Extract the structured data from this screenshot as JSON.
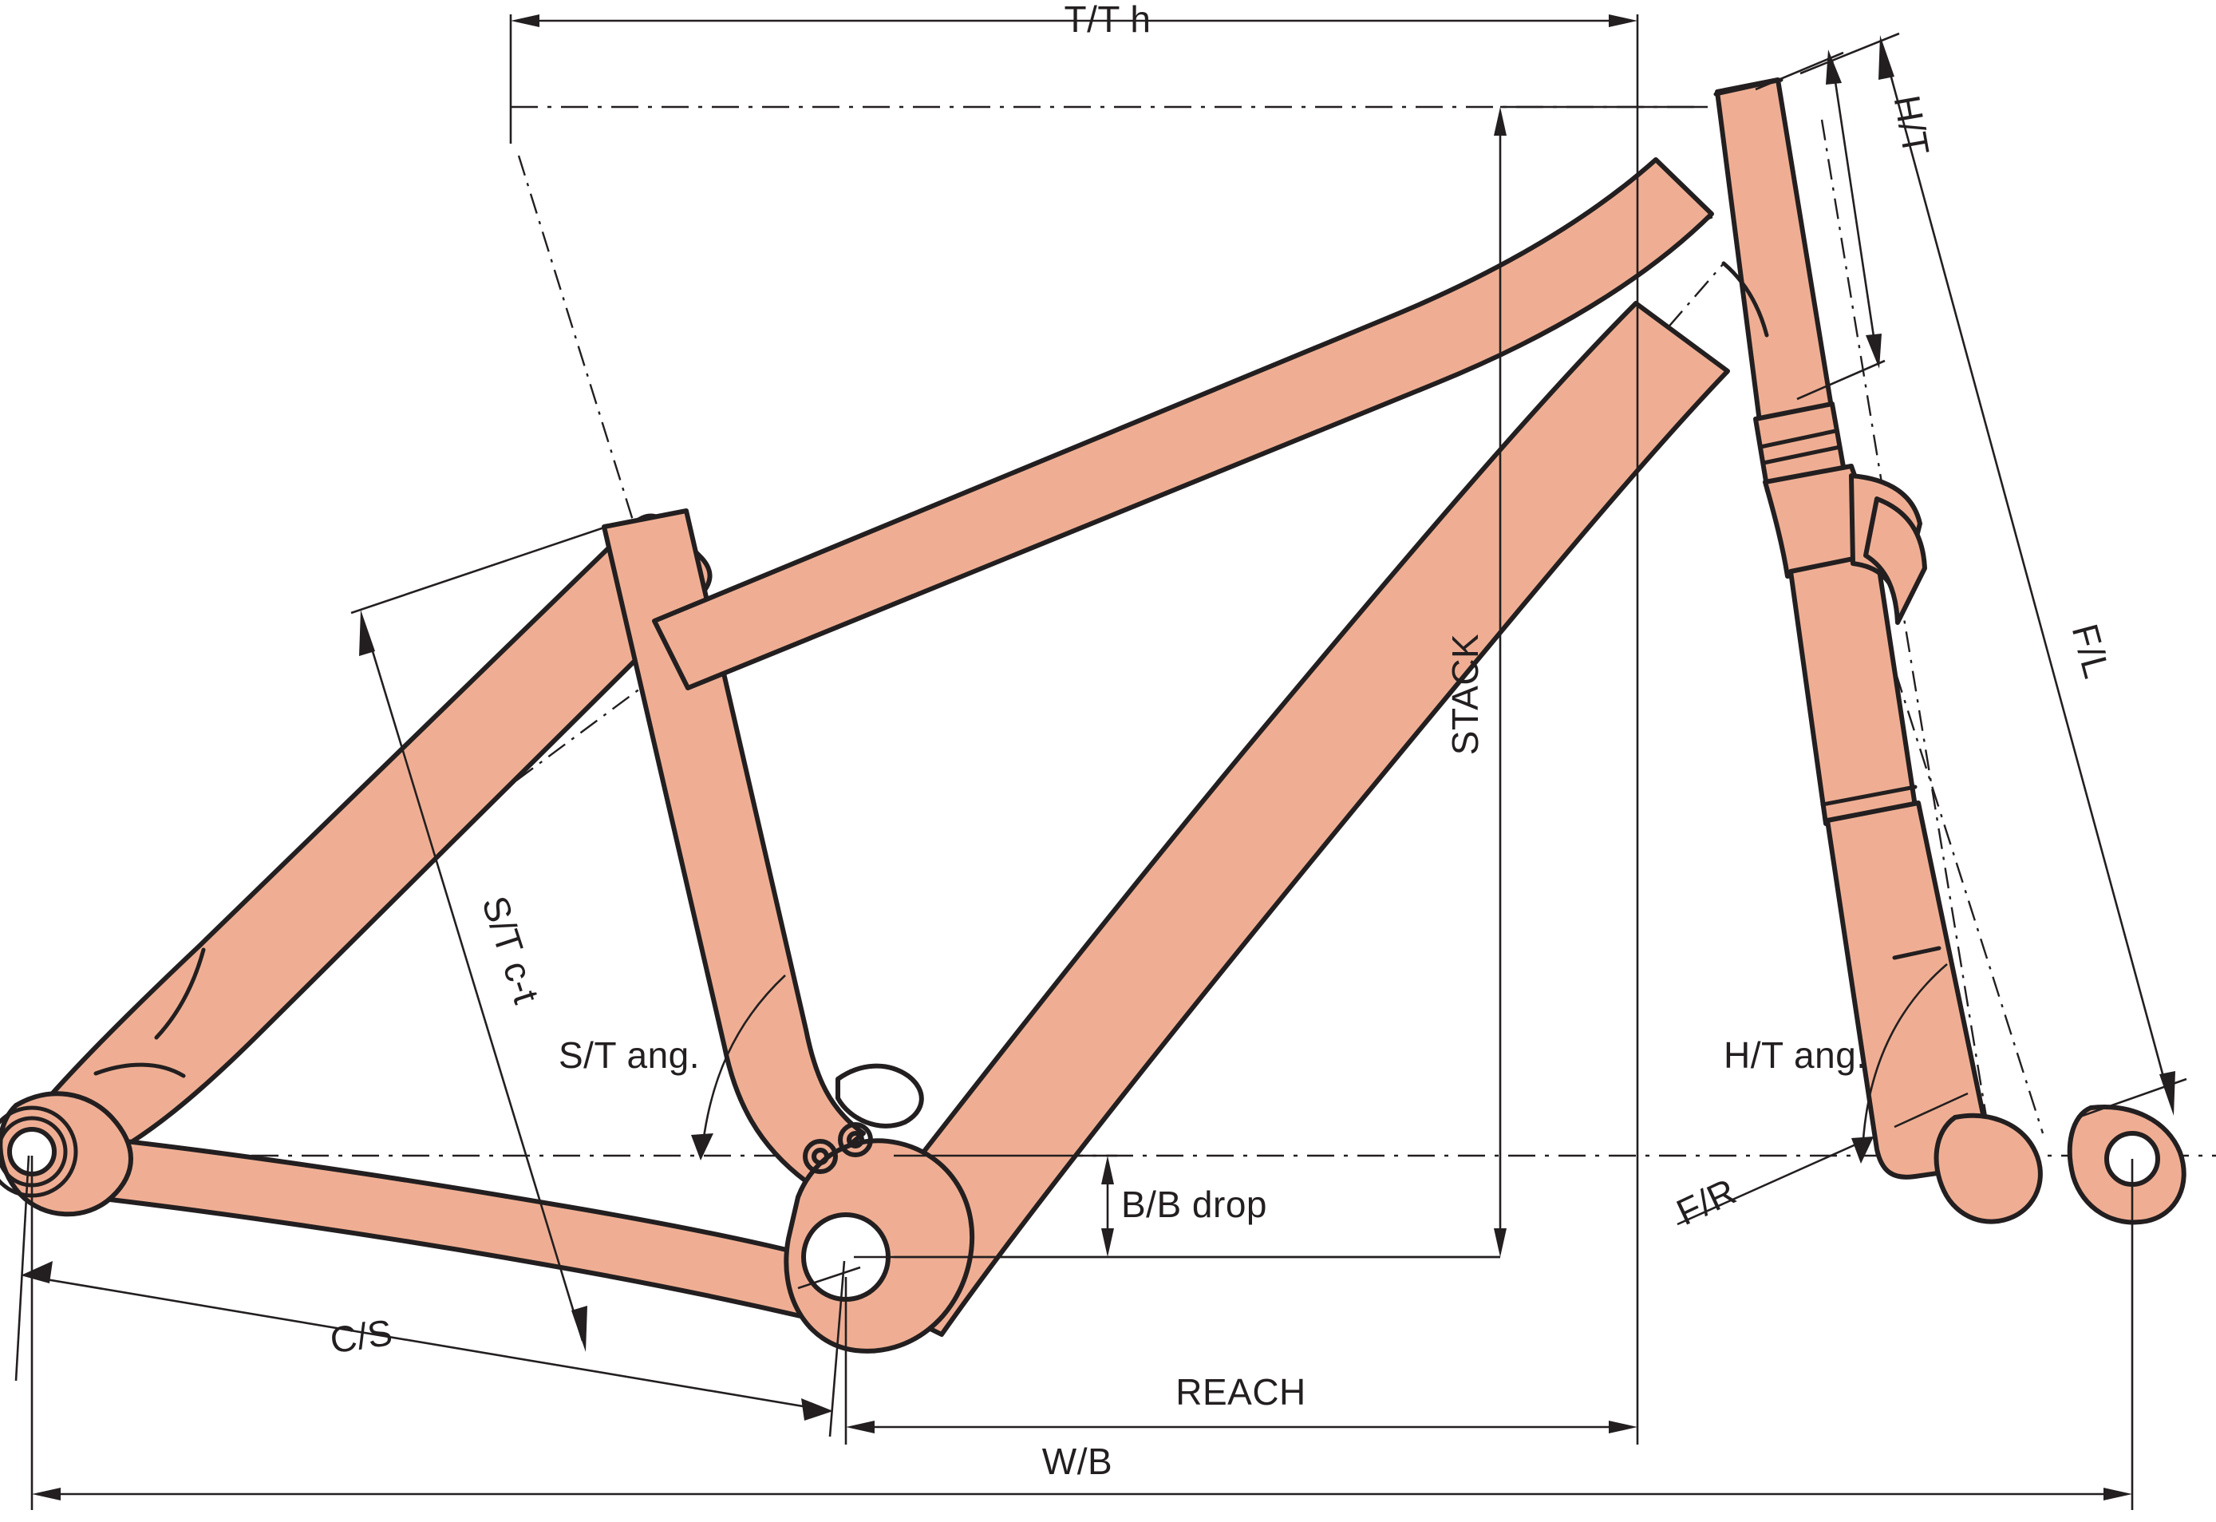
{
  "diagram": {
    "title": "Bicycle Frame Geometry Diagram",
    "colors": {
      "frame_fill": "#efae93",
      "outline": "#231f20",
      "background": "#ffffff"
    }
  },
  "labels": {
    "top_tube_horizontal": "T/T h",
    "head_tube": "H/T",
    "fork_length": "F/L",
    "stack": "STACK",
    "seat_tube_center_to_top": "S/T c-t",
    "seat_tube_angle": "S/T ang.",
    "head_tube_angle": "H/T ang.",
    "bottom_bracket_drop": "B/B drop",
    "chain_stay": "C/S",
    "fork_rake": "F/R",
    "reach": "REACH",
    "wheel_base": "W/B"
  }
}
